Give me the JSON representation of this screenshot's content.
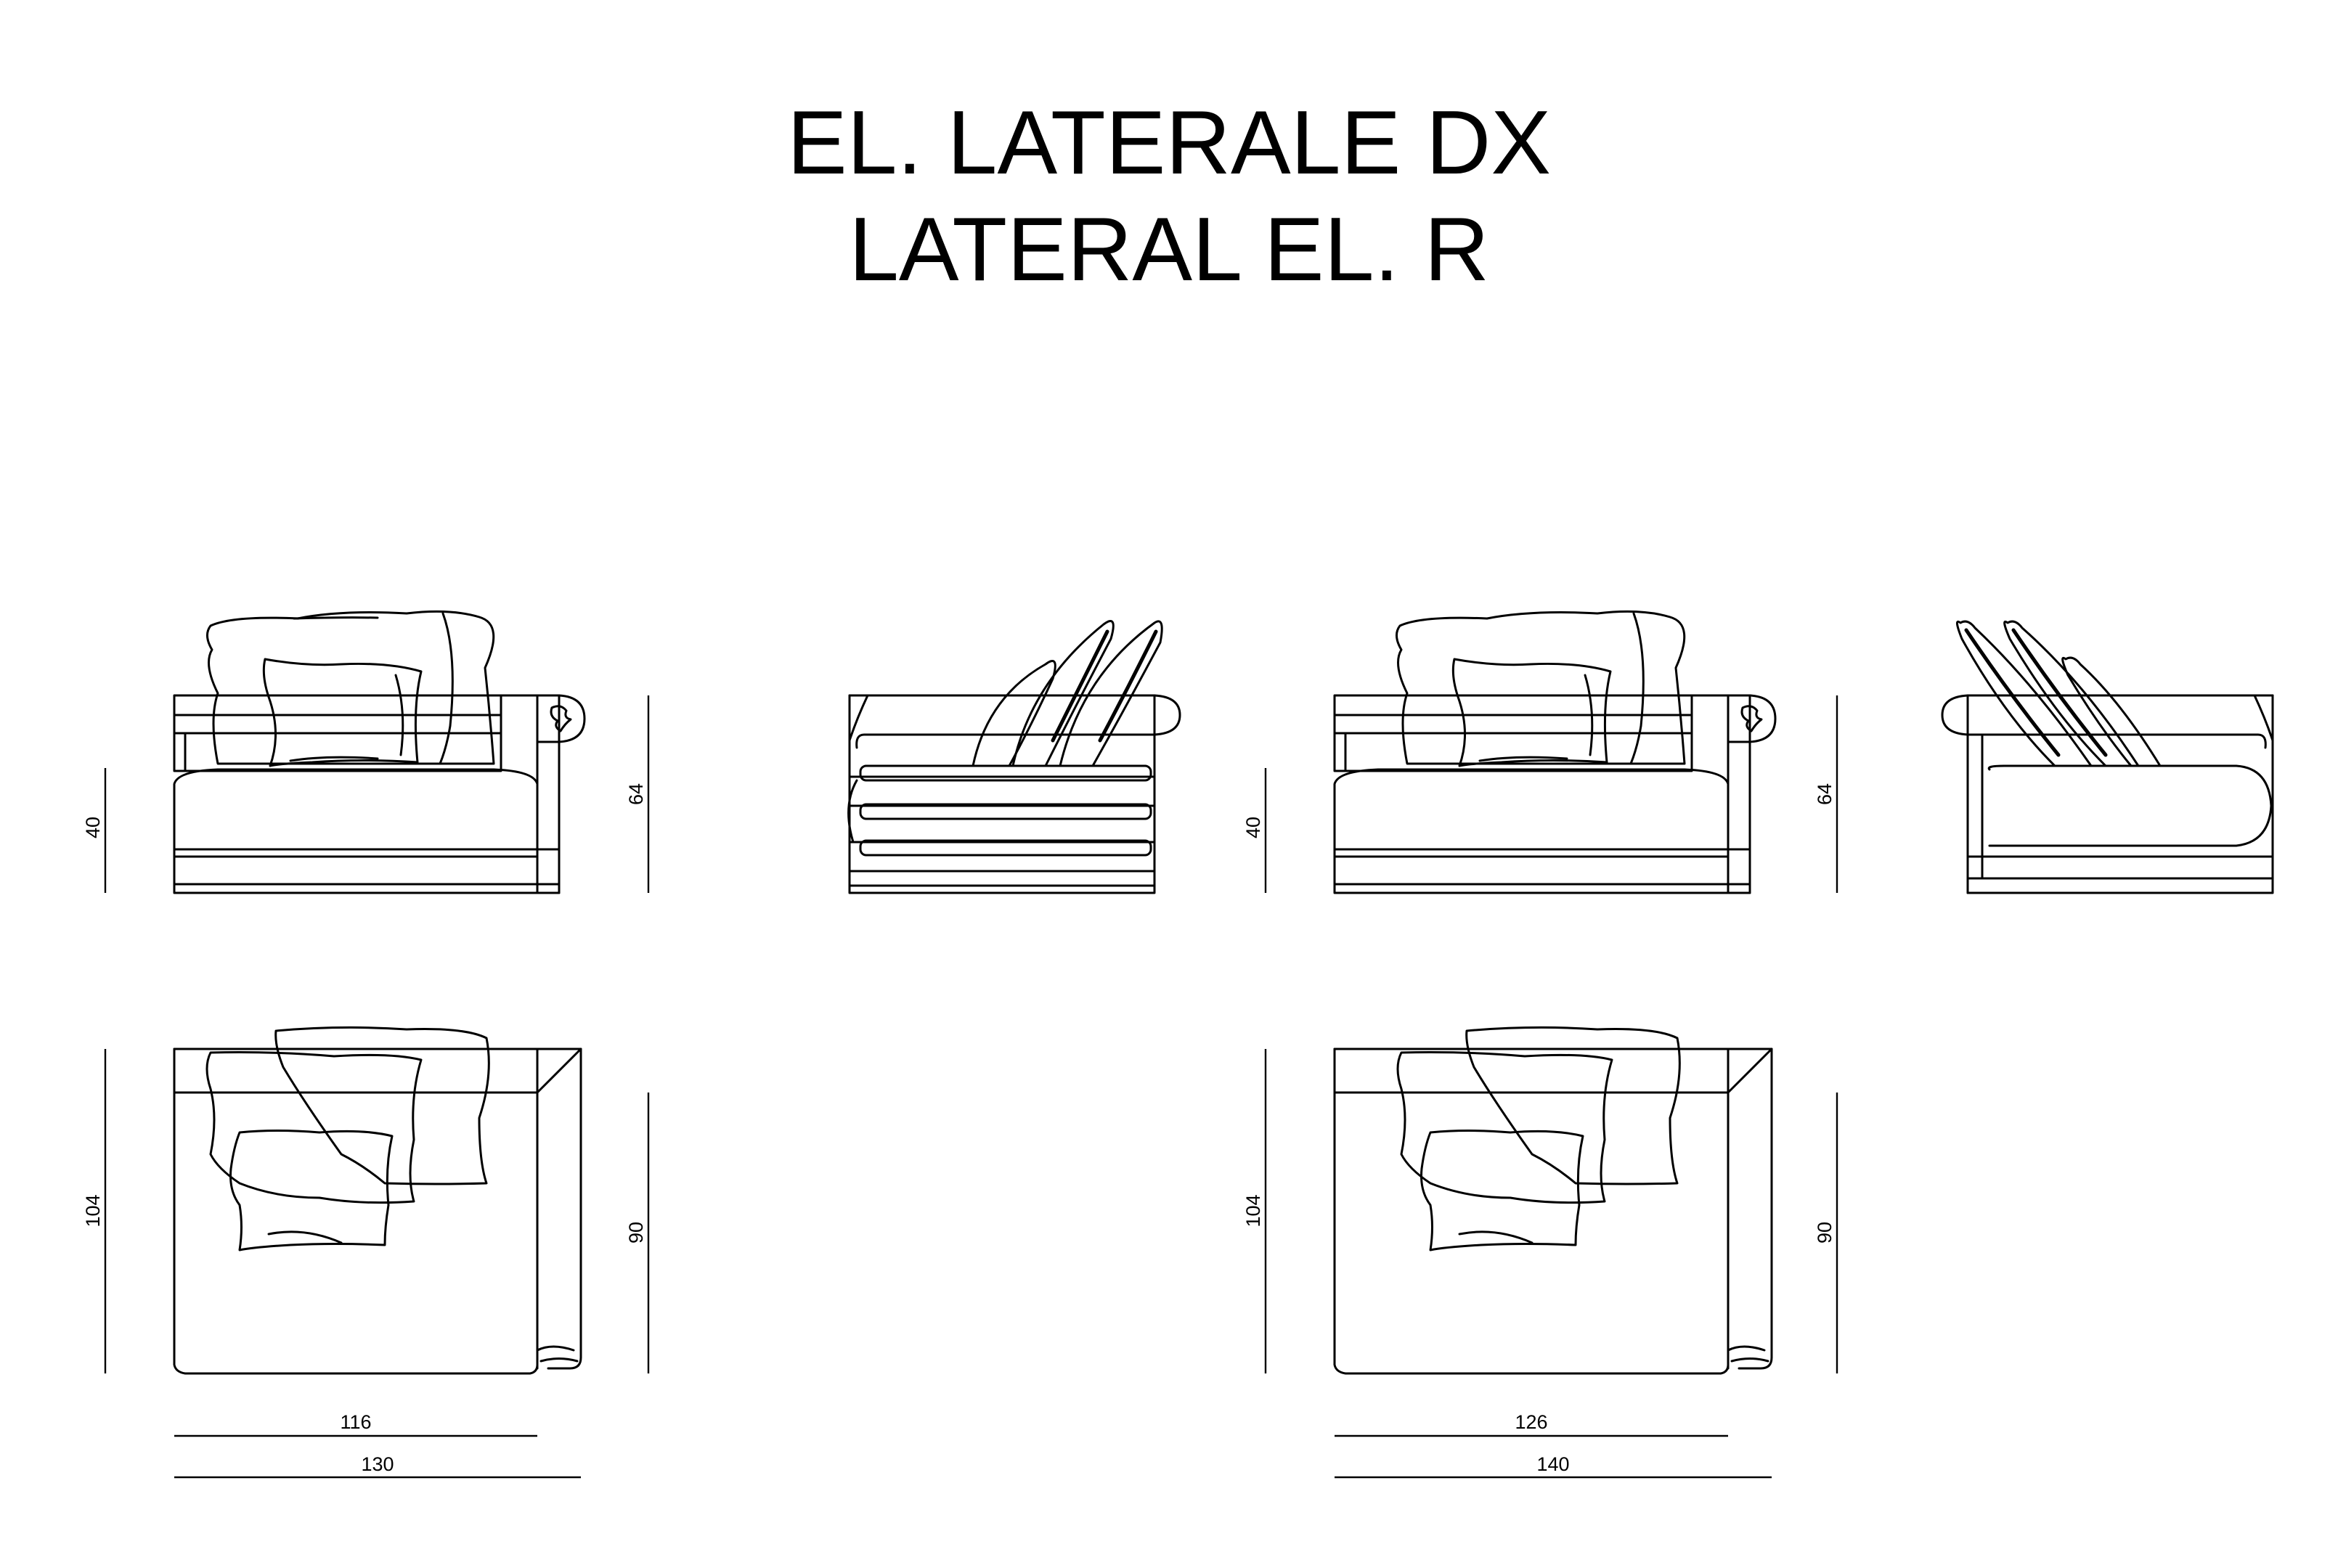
{
  "title": {
    "line1": "EL. LATERALE DX",
    "line2": "LATERAL EL. R"
  },
  "dimensions": {
    "a_front_height": "40",
    "a_back_height": "64",
    "a_depth": "104",
    "a_seat_depth": "90",
    "a_seat_width": "116",
    "a_total_width": "130",
    "b_front_height": "40",
    "b_back_height": "64",
    "b_depth": "104",
    "b_seat_depth": "90",
    "b_seat_width": "126",
    "b_total_width": "140"
  }
}
